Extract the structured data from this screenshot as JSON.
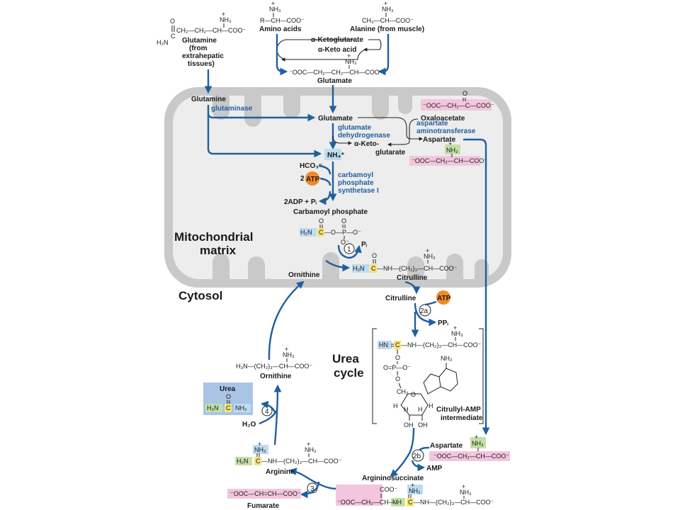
{
  "labels": {
    "glutamine_top": "Glutamine",
    "glutamine_from1": "(from",
    "glutamine_from2": "extrahepatic",
    "glutamine_from3": "tissues)",
    "amino_acids": "Amino acids",
    "alanine": "Alanine (from muscle)",
    "a_ketoglutarate": "α-Ketoglutarate",
    "a_keto_acid": "α-Keto acid",
    "glutamate_top": "Glutamate",
    "glutamine_mito": "Glutamine",
    "glutaminase": "glutaminase",
    "glutamate_mito": "Glutamate",
    "oxaloacetate": "Oxaloacetate",
    "aspartate_mito": "Aspartate",
    "asp_aminotransferase1": "aspartate",
    "asp_aminotransferase2": "aminotransferase",
    "gdh1": "glutamate",
    "gdh2": "dehydrogenase",
    "a_keto_glutarate_mito1": "α-Keto-",
    "a_keto_glutarate_mito2": "glutarate",
    "nh4": "NH₄⁺",
    "hco3": "HCO₃⁻",
    "two_atp_num": "2",
    "atp": "ATP",
    "cps1": "carbamoyl",
    "cps2": "phosphate",
    "cps3": "synthetase I",
    "adp_pi": "2ADP + Pᵢ",
    "carbamoyl_phosphate": "Carbamoyl phosphate",
    "mito_matrix1": "Mitochondrial",
    "mito_matrix2": "matrix",
    "cytosol": "Cytosol",
    "pi": "Pᵢ",
    "ornithine_mito": "Ornithine",
    "citrulline_mito": "Citrulline",
    "citrulline_cyto": "Citrulline",
    "atp_2a": "ATP",
    "ppi": "PPᵢ",
    "urea_cycle1": "Urea",
    "urea_cycle2": "cycle",
    "citrullyl_amp1": "Citrullyl-AMP",
    "citrullyl_amp2": "intermediate",
    "ornithine_cyto": "Ornithine",
    "urea_box_title": "Urea",
    "h2o": "H₂O",
    "arginine": "Arginine",
    "aspartate_cyto": "Aspartate",
    "amp": "AMP",
    "argininosuccinate": "Argininosuccinate",
    "fumarate": "Fumarate"
  },
  "steps": {
    "s1": "1",
    "s2a": "2a",
    "s2b": "2b",
    "s3": "3",
    "s4": "4"
  },
  "formulas": {
    "glutamine_chain": "CH₂—CH₂—CH—COO⁻",
    "glutamine_o": "O",
    "glutamine_nh3": "NH₃",
    "glutamine_plus": "+",
    "glutamine_c": "C",
    "glutamine_h2n": "H₂N",
    "aa_nh3": "NH₃",
    "aa_plus": "+",
    "aa_chain": "R—CH—COO⁻",
    "ala_nh3": "NH₃",
    "ala_plus": "+",
    "ala_chain": "CH₃—CH—COO⁻",
    "glu_nh3": "NH₃",
    "glu_plus": "+",
    "glu_chain": "⁻OOC—CH₂—CH₂—CH—COO⁻",
    "oaa_o": "O",
    "oaa_chain": "⁻OOC—CH₂—C—COO⁻",
    "asp_nh3": "NH₃",
    "asp_plus": "+",
    "asp_chain": "⁻OOC—CH₂—CH—COO⁻",
    "cp_o1": "O",
    "cp_o2": "O",
    "cp_h2n": "H₂N",
    "cp_c": "C",
    "cp_rest": "—O—P—O⁻",
    "cp_obot": "O⁻",
    "cit_o": "O",
    "cit_nh3": "NH₃",
    "cit_plus": "+",
    "cit_h2n": "H₂N",
    "cit_c": "C",
    "cit_rest": "—NH—(CH₂)₃—CH—COO⁻",
    "camp_nh3": "NH₃",
    "camp_plus": "+",
    "camp_hn": "HN",
    "camp_c": "C",
    "camp_rest": "—NH—(CH₂)₃—CH—COO⁻",
    "camp_opo": "O=P—O⁻",
    "camp_o": "O",
    "camp_ch2": "CH₂",
    "camp_nh2": "NH₂",
    "camp_oh1": "OH",
    "camp_oh2": "OH",
    "camp_h": "H",
    "orn_nh3": "NH₃",
    "orn_plus": "+",
    "orn_chain": "H₃N—(CH₂)₃—CH—COO⁻",
    "urea_h2n": "H₂N",
    "urea_c": "C",
    "urea_nh2": "NH₂",
    "urea_o": "O",
    "arg_nh2": "NH₂",
    "arg_plus": "+",
    "arg_h2n": "H₂N",
    "arg_c": "C",
    "arg_rest": "—NH—(CH₂)₃—CH—COO⁻",
    "arg_nh3": "NH₃",
    "asp2_nh3": "NH₃",
    "asp2_plus": "+",
    "asp2_chain": "⁻OOC—CH₂—CH—COO⁻",
    "as_coo": "COO⁻",
    "as_nh2": "NH₂",
    "as_plus": "+",
    "as_nh3": "NH₃",
    "as_left": "⁻OOC—CH₂—CH—",
    "as_nh": "NH",
    "as_c": "C",
    "as_rest": "—NH—(CH₂)₃—CH—COO⁻",
    "fum_chain": "⁻OOC—CH=CH—COO⁻"
  },
  "colors": {
    "arrow_blue": "#1f5f9e",
    "mito_gray": "#c8c8c8",
    "pink_highlight": "#f3c6de",
    "blue_highlight": "#bcdcf0",
    "green_highlight": "#c3e0a6",
    "yellow_highlight": "#f6e27a",
    "atp_orange": "#f08a24",
    "urea_box": "#aac4e6"
  }
}
